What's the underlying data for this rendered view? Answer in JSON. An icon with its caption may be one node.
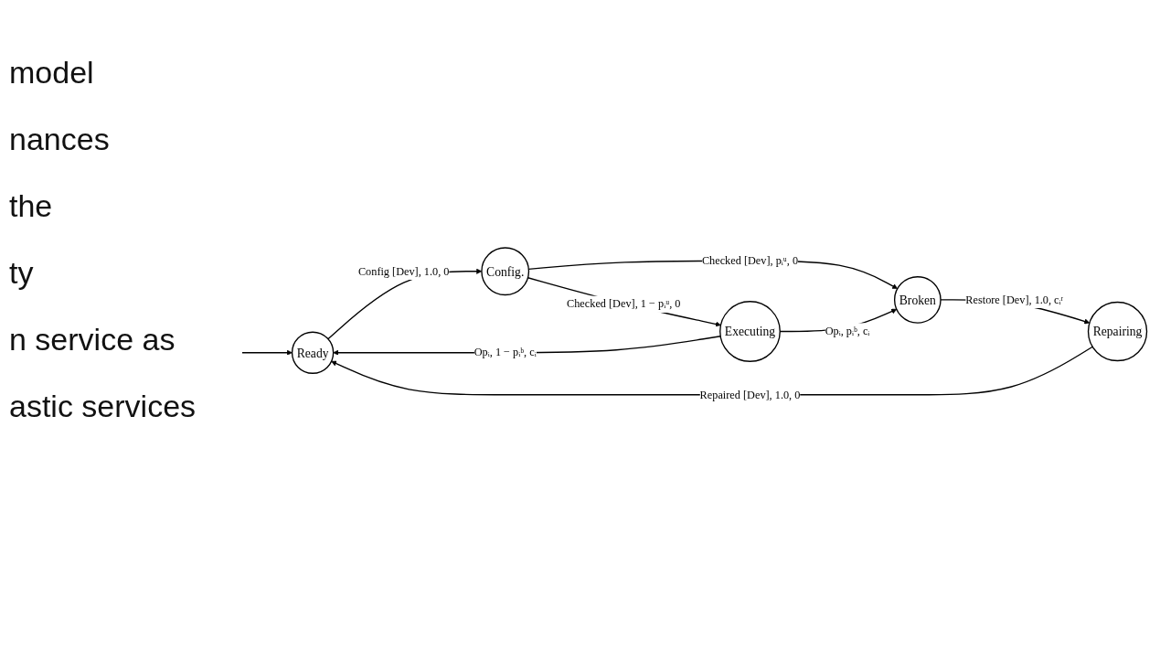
{
  "diagram": {
    "nodes": [
      {
        "text": [
          "Ready"
        ]
      },
      {
        "text": [
          "Config."
        ]
      },
      {
        "text": [
          "Executing"
        ]
      },
      {
        "text": [
          "Broken"
        ]
      },
      {
        "text": [
          "Repairing"
        ]
      }
    ],
    "edges": [
      {
        "from": null,
        "to": 0,
        "arrow": "to"
      },
      {
        "from": 0,
        "to": 1,
        "arrow": "to",
        "label": "Config [Dev], 1.0, 0"
      },
      {
        "from": 1,
        "to": 2,
        "arrow": "to",
        "label": "Checked [Dev], 1 − pᵢᵘ, 0"
      },
      {
        "from": 2,
        "to": 0,
        "arrow": "to",
        "label": "Opᵢ, 1 − pᵢᵇ, cᵢ"
      },
      {
        "from": 1,
        "to": 3,
        "arrow": "to",
        "label": "Checked [Dev], pᵢᵘ, 0"
      },
      {
        "from": 2,
        "to": 3,
        "arrow": "to",
        "label": "Opᵢ, pᵢᵇ, cᵢ"
      },
      {
        "from": 3,
        "to": 4,
        "arrow": "to",
        "label": "Restore [Dev], 1.0, cᵢʳ"
      },
      {
        "from": 4,
        "to": 0,
        "arrow": "to",
        "label": "Repaired [Dev], 1.0, 0"
      }
    ],
    "labels": [
      "model",
      "nances",
      "the",
      "ty",
      "n service as",
      "astic services"
    ]
  }
}
